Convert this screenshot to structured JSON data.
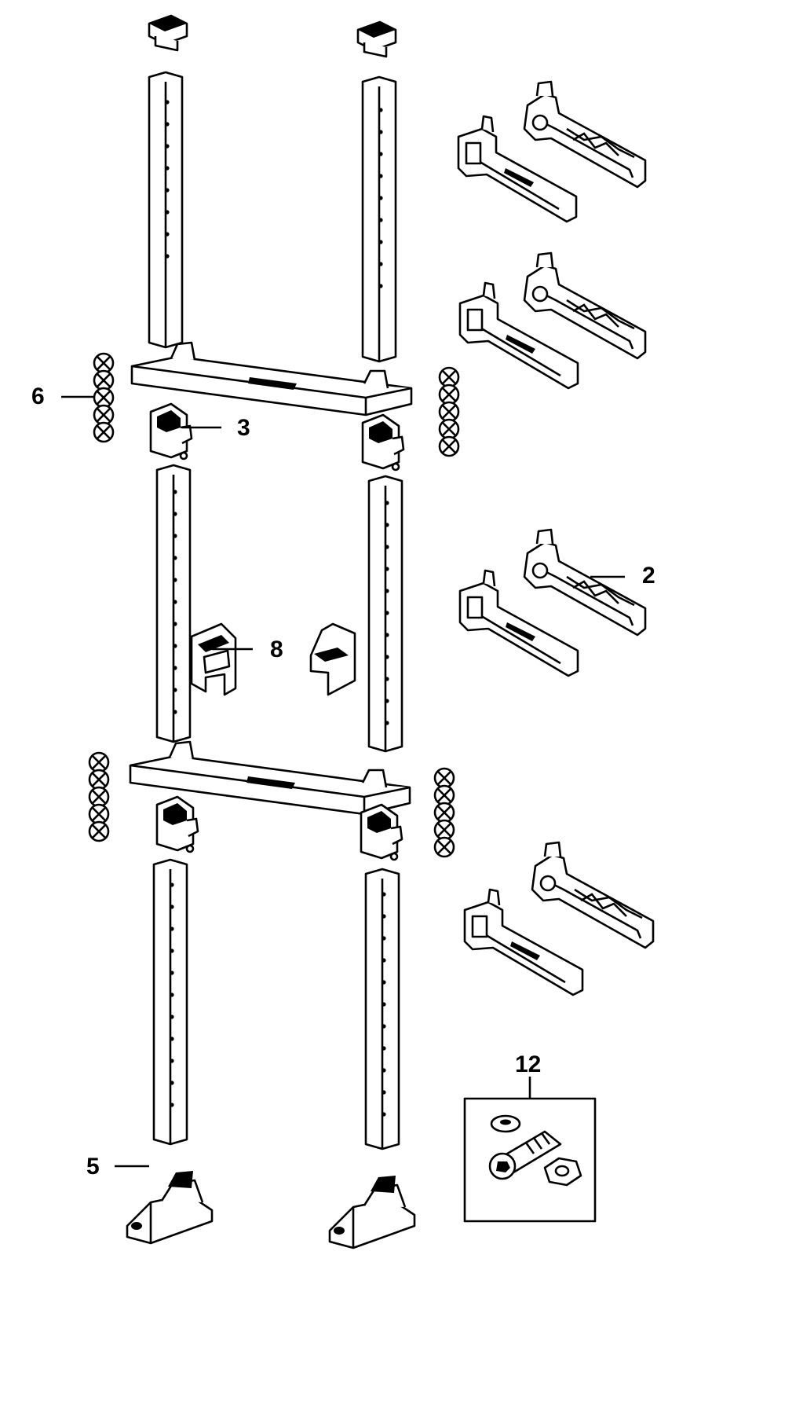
{
  "callouts": {
    "c6": "6",
    "c3": "3",
    "c2": "2",
    "c8": "8",
    "c12": "12",
    "c5": "5"
  },
  "colors": {
    "line": "#000000",
    "background": "#ffffff"
  }
}
